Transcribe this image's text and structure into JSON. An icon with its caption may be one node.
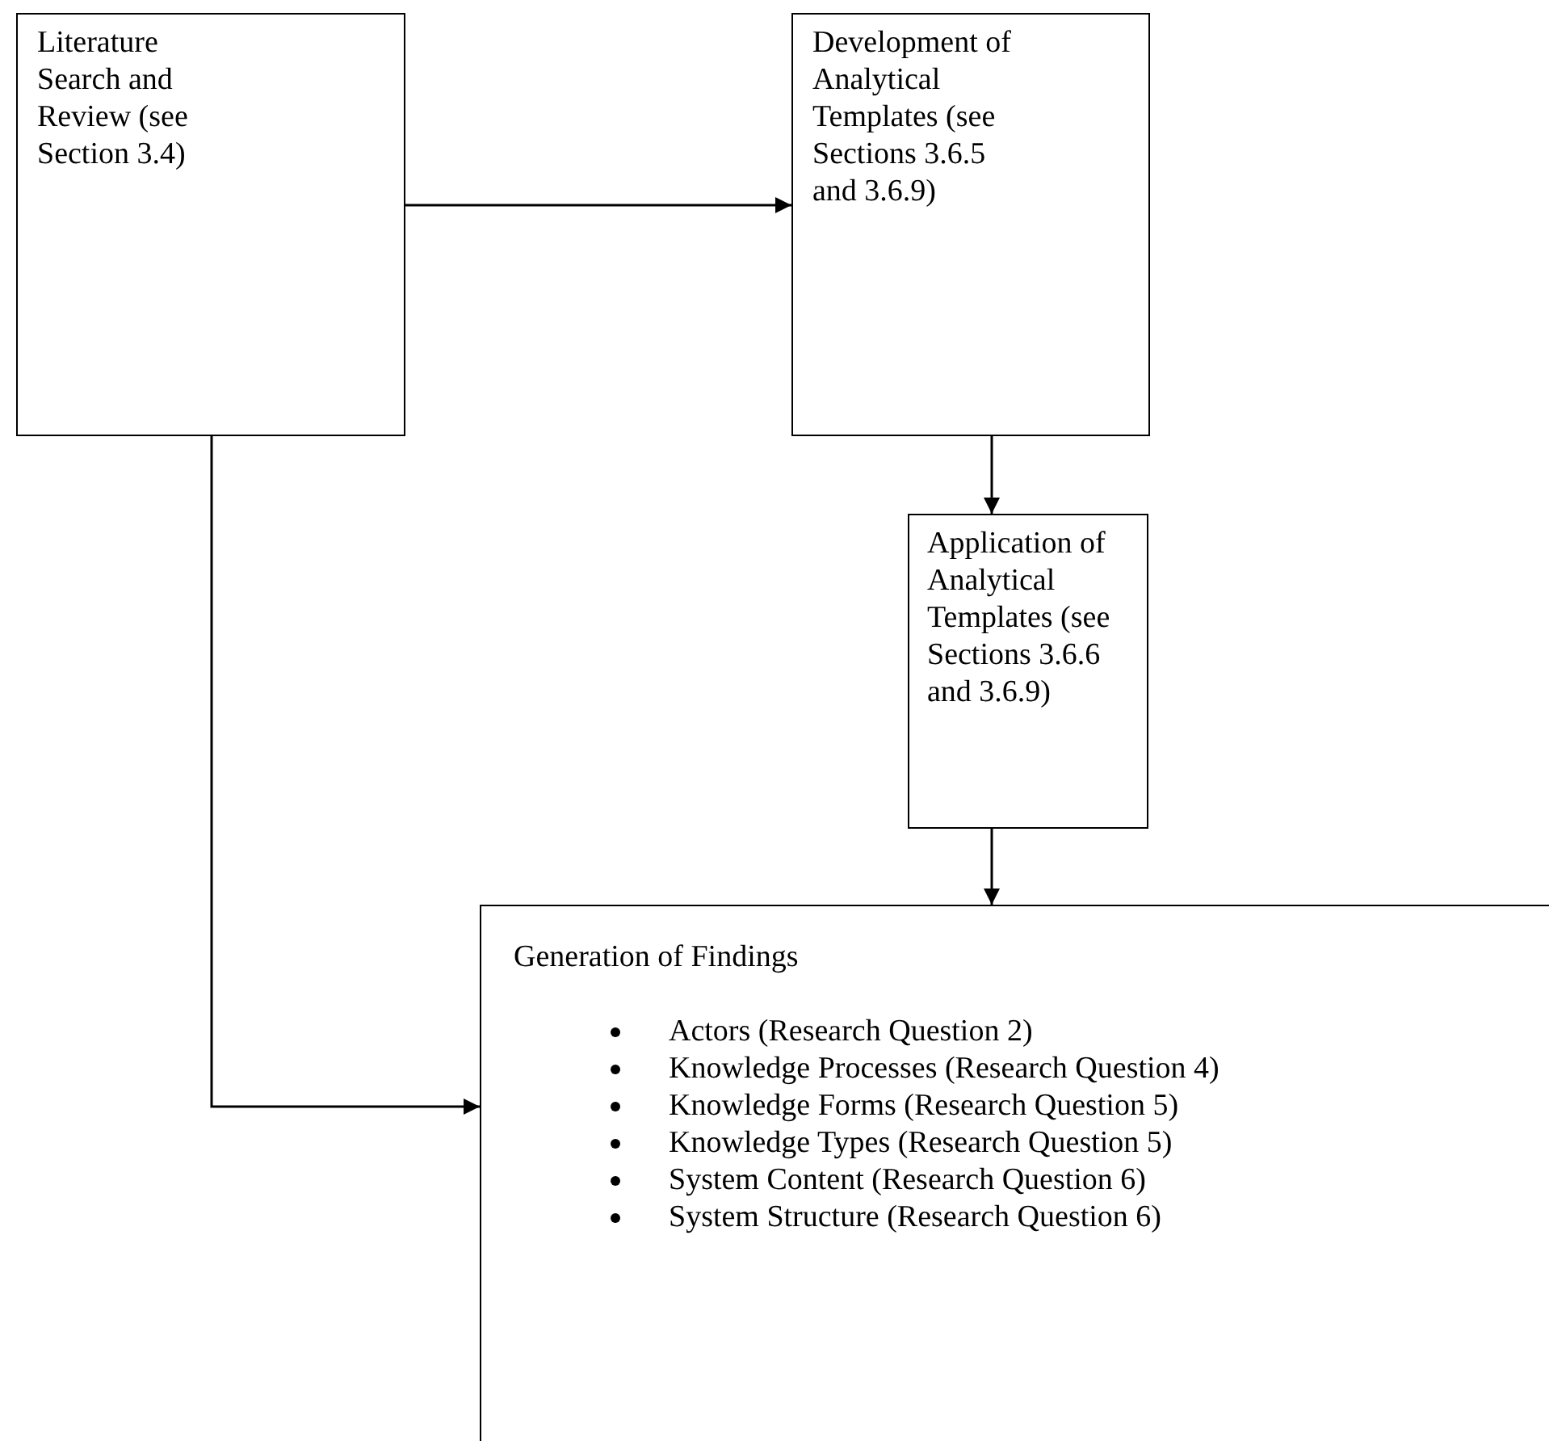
{
  "diagram": {
    "nodes": [
      {
        "text": [
          "Literature Search and Review (see Section 3.4)"
        ]
      },
      {
        "text": [
          "Development of Analytical Templates (see Sections 3.6.5 and 3.6.9)"
        ]
      },
      {
        "text": [
          "Application of Analytical Templates (see Sections 3.6.6 and 3.6.9)"
        ]
      },
      {
        "text": [
          "Generation of Findings",
          "Actors (Research Question 2)",
          "Knowledge Processes (Research Question 4)",
          "Knowledge Forms (Research Question 5)",
          "Knowledge Types (Research Question 5)",
          "System Content (Research Question 6)",
          "System Structure (Research Question 6)"
        ]
      }
    ],
    "edges": [
      {
        "from": 0,
        "to": 1,
        "arrow": "to"
      },
      {
        "from": 1,
        "to": 2,
        "arrow": "to"
      },
      {
        "from": 2,
        "to": 3,
        "arrow": "to"
      },
      {
        "from": 0,
        "to": 3,
        "arrow": "to"
      }
    ]
  }
}
